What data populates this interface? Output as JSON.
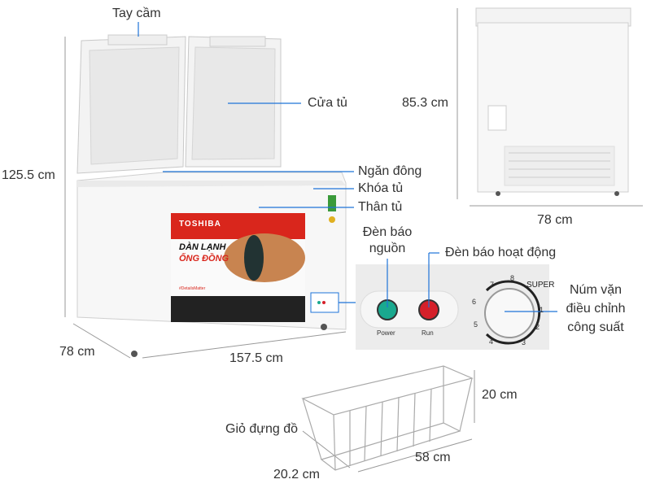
{
  "colors": {
    "callout_line": "#1e73d8",
    "dimension_line": "#888888",
    "brand_red": "#d9261c",
    "power_led": "#1aa98f",
    "run_led": "#d5202a"
  },
  "labels": {
    "handle": "Tay cầm",
    "door": "Cửa tủ",
    "freezer_compartment": "Ngăn đông",
    "lock": "Khóa tủ",
    "body": "Thân tủ",
    "power_light_line1": "Đèn báo",
    "power_light_line2": "nguồn",
    "run_light": "Đèn báo hoạt động",
    "knob_line1": "Núm vặn",
    "knob_line2": "điều chỉnh",
    "knob_line3": "công suất",
    "basket": "Giỏ đựng đồ"
  },
  "dimensions": {
    "front_height": "125.5 cm",
    "front_depth": "78 cm",
    "front_width": "157.5 cm",
    "back_height": "85.3 cm",
    "back_width": "78 cm",
    "basket_height": "20 cm",
    "basket_length": "58 cm",
    "basket_width": "20.2 cm"
  },
  "product": {
    "brand": "TOSHIBA",
    "headline1": "DÀN LẠNH",
    "headline2": "ỐNG ĐỒNG",
    "tagline": "#DetailsMatter"
  },
  "control_panel": {
    "power_label": "Power",
    "run_label": "Run",
    "super_label": "SUPER",
    "dial_numbers": [
      "1",
      "2",
      "3",
      "4",
      "5",
      "6",
      "7",
      "8"
    ]
  }
}
